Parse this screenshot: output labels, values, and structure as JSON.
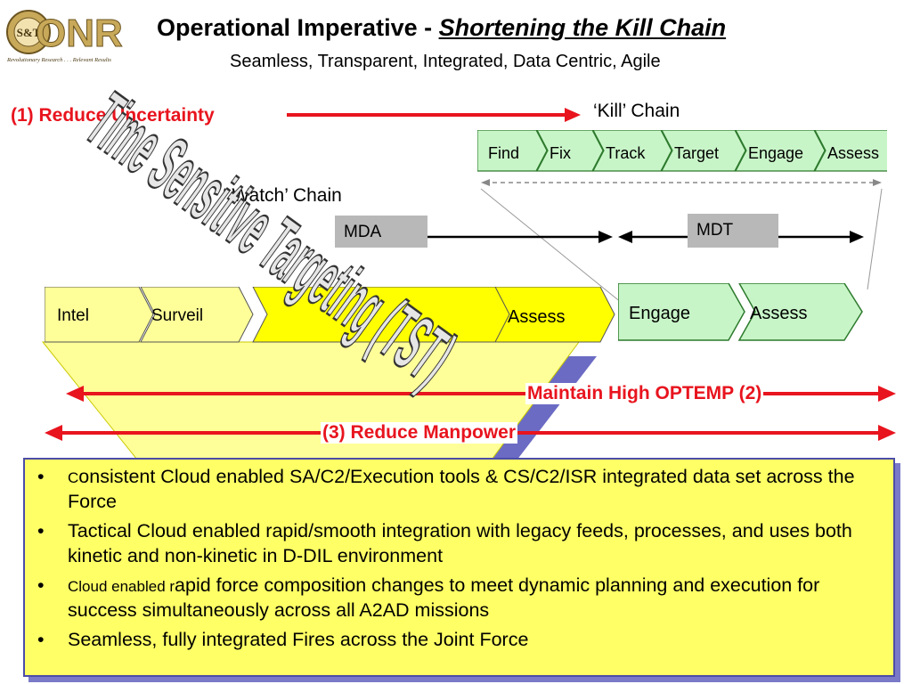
{
  "logo": {
    "brand": "ONR",
    "seal": "S&T",
    "tagline": "Revolutionary Research . . . Relevant Results"
  },
  "header": {
    "title_prefix": "Operational Imperative - ",
    "title_emph": "Shortening the Kill Chain",
    "subtitle": "Seamless, Transparent, Integrated, Data Centric, Agile"
  },
  "labels": {
    "reduce_uncertainty": "(1) Reduce Uncertainty",
    "kill_chain": "‘Kill’ Chain",
    "watch_chain": "‘ Watch’ Chain",
    "maintain_optemp": "Maintain High OPTEMP (2)",
    "reduce_manpower": "(3) Reduce Manpower",
    "mda": "MDA",
    "mdt": "MDT",
    "tst": "Time Sensitive Targeting (TST)"
  },
  "kill_chain_steps": [
    "Find",
    "Fix",
    "Track",
    "Target",
    "Engage",
    "Assess"
  ],
  "watch_chain_steps": [
    "Intel",
    "Surveil",
    "Assess"
  ],
  "expanded_steps": [
    "Engage",
    "Assess"
  ],
  "bullets": [
    {
      "small": "C",
      "text": "onsistent Cloud enabled SA/C2/Execution tools & CS/C2/ISR integrated data set across the Force"
    },
    {
      "small": "",
      "text": "Tactical Cloud enabled rapid/smooth integration with legacy feeds, processes, and uses both kinetic and non-kinetic in D-DIL environment"
    },
    {
      "small": "Cloud enabled r",
      "text": "apid force composition changes to meet dynamic planning and execution for success simultaneously across all A2AD missions"
    },
    {
      "small": "",
      "text": "Seamless, fully integrated Fires across the Joint Force"
    }
  ],
  "colors": {
    "red": "#e8141e",
    "chain_green": "#c8f5c8",
    "chain_border": "#2d7a2d",
    "yellow": "#ffff66",
    "pale_yellow": "#ffff99",
    "gray_box": "#b8b8b8",
    "funnel_shadow": "#6b6bc4",
    "box_border": "#4c4ca8"
  }
}
